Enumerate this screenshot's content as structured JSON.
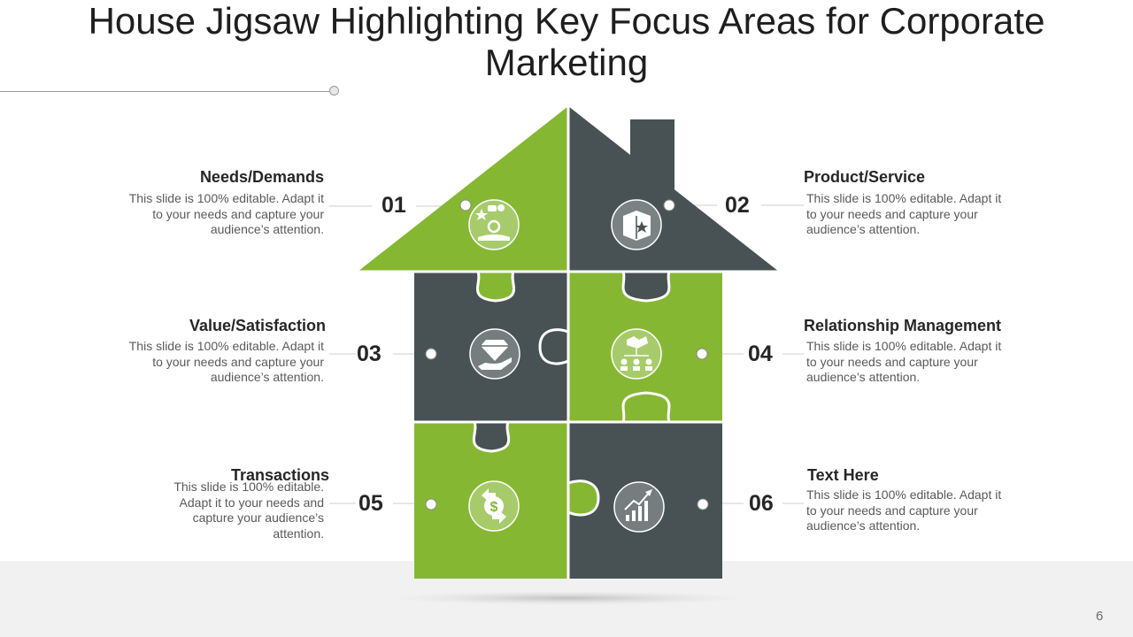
{
  "title": "House Jigsaw Highlighting Key Focus Areas for Corporate Marketing",
  "colors": {
    "green": "#86b733",
    "dark": "#485254"
  },
  "items": [
    {
      "number": "01",
      "heading": "Needs/Demands",
      "text": "This slide is 100% editable. Adapt it to your needs and capture your audience’s attention.",
      "icon": "needs-icon"
    },
    {
      "number": "02",
      "heading": "Product/Service",
      "text": "This slide is 100% editable. Adapt it to your needs and capture your audience’s attention.",
      "icon": "product-box-icon"
    },
    {
      "number": "03",
      "heading": "Value/Satisfaction",
      "text": "This slide is 100% editable. Adapt it to your needs and capture your audience’s attention.",
      "icon": "diamond-hand-icon"
    },
    {
      "number": "04",
      "heading": "Relationship Management",
      "text": "This slide is 100% editable. Adapt it to your needs and capture your audience’s attention.",
      "icon": "handshake-network-icon"
    },
    {
      "number": "05",
      "heading": "Transactions",
      "text": "This slide is 100% editable. Adapt it to your needs and capture your audience’s attention.",
      "icon": "dollar-exchange-icon"
    },
    {
      "number": "06",
      "heading": "Text Here",
      "text": "This slide is 100% editable. Adapt it to your needs and capture your audience’s attention.",
      "icon": "growth-chart-icon"
    }
  ],
  "page_number": "6"
}
